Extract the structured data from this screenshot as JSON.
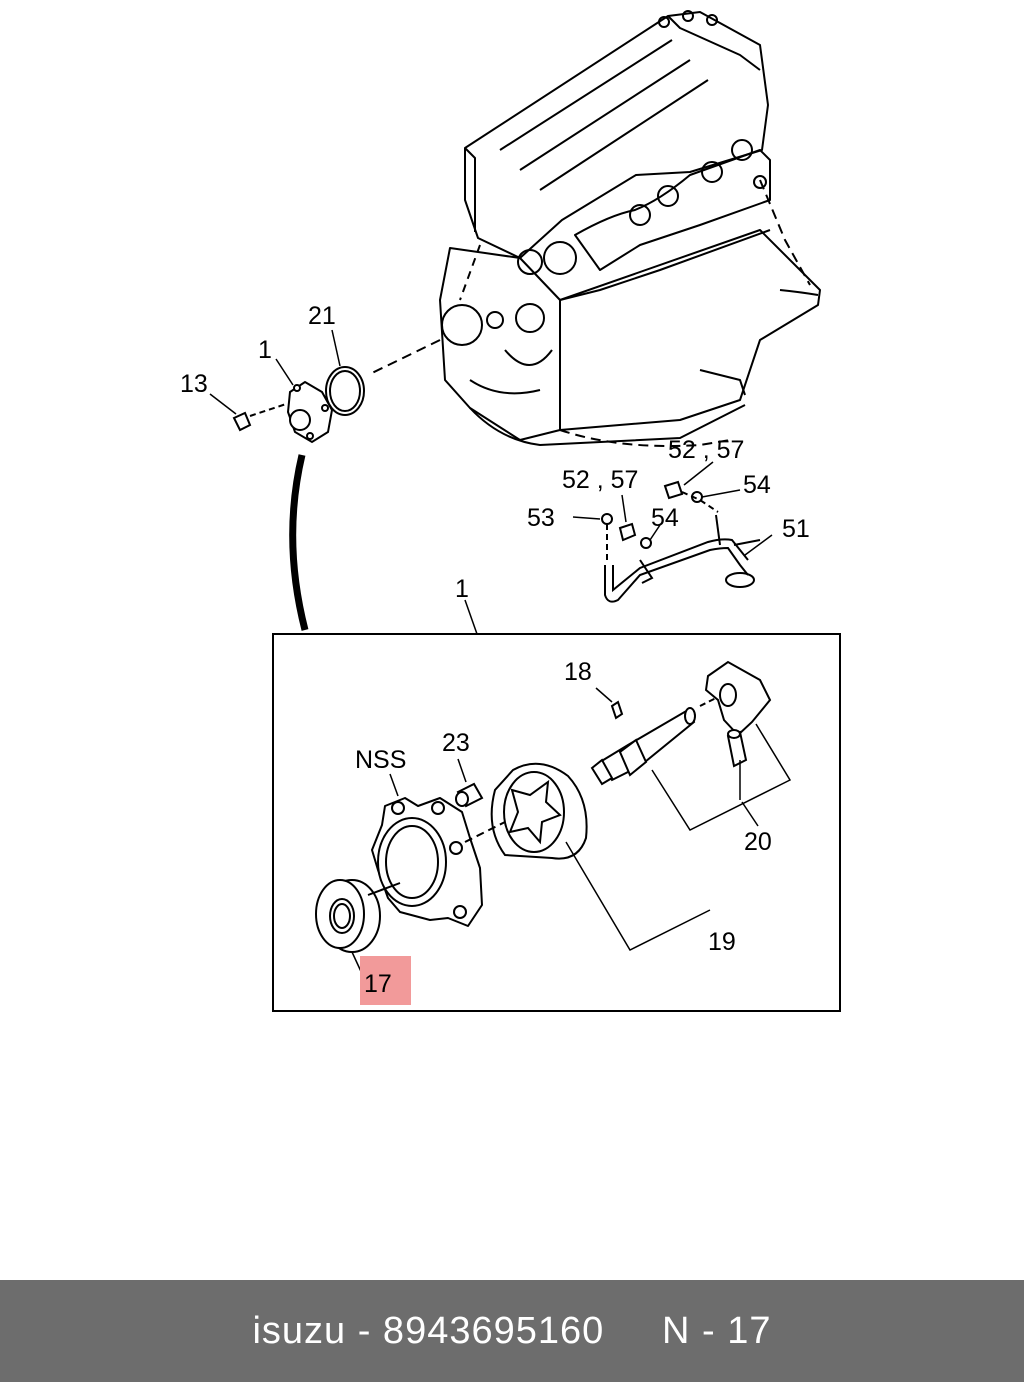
{
  "diagram": {
    "callouts": {
      "c1_top": "1",
      "c13": "13",
      "c21": "21",
      "c52_57_a": "52 , 57",
      "c52_57_b": "52 , 57",
      "c54_a": "54",
      "c54_b": "54",
      "c53": "53",
      "c51": "51",
      "c1_box": "1",
      "c18": "18",
      "c23": "23",
      "nss": "NSS",
      "c20": "20",
      "c19": "19",
      "c17": "17"
    },
    "highlight_color": "#f29a9a"
  },
  "footer": {
    "text": "isuzu - 8943695160     N - 17",
    "background": "#6d6d6d",
    "text_color": "#ffffff"
  }
}
